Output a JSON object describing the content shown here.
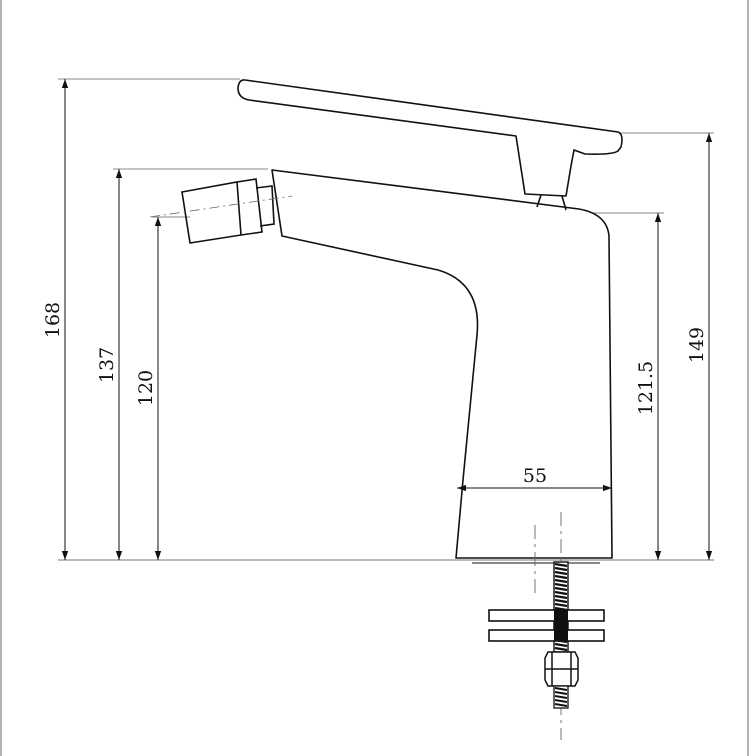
{
  "dimensions": {
    "overall_height": "168",
    "spray_head_height": "137",
    "spray_outlet_height": "120",
    "body_height": "121.5",
    "lever_height": "149",
    "base_width": "55"
  },
  "colors": {
    "line": "#111111",
    "dim_line": "#555555",
    "frame": "#888888",
    "background": "#ffffff"
  }
}
